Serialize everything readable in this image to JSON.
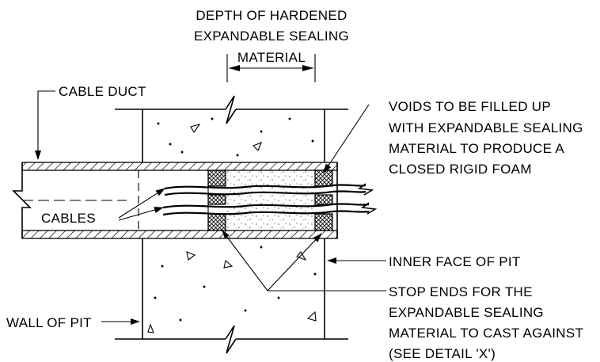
{
  "labels": {
    "depth_line1": "DEPTH OF HARDENED",
    "depth_line2": "EXPANDABLE SEALING",
    "depth_line3": "MATERIAL",
    "cable_duct": "CABLE DUCT",
    "voids_line1": "VOIDS TO BE FILLED UP",
    "voids_line2": "WITH EXPANDABLE SEALING",
    "voids_line3": "MATERIAL TO PRODUCE A",
    "voids_line4": "CLOSED RIGID FOAM",
    "cables": "CABLES",
    "inner_face": "INNER FACE OF PIT",
    "stop_line1": "STOP ENDS FOR THE",
    "stop_line2": "EXPANDABLE SEALING",
    "stop_line3": "MATERIAL TO CAST AGAINST",
    "stop_line4": "(SEE DETAIL 'X')",
    "wall_of_pit": "WALL OF PIT"
  }
}
